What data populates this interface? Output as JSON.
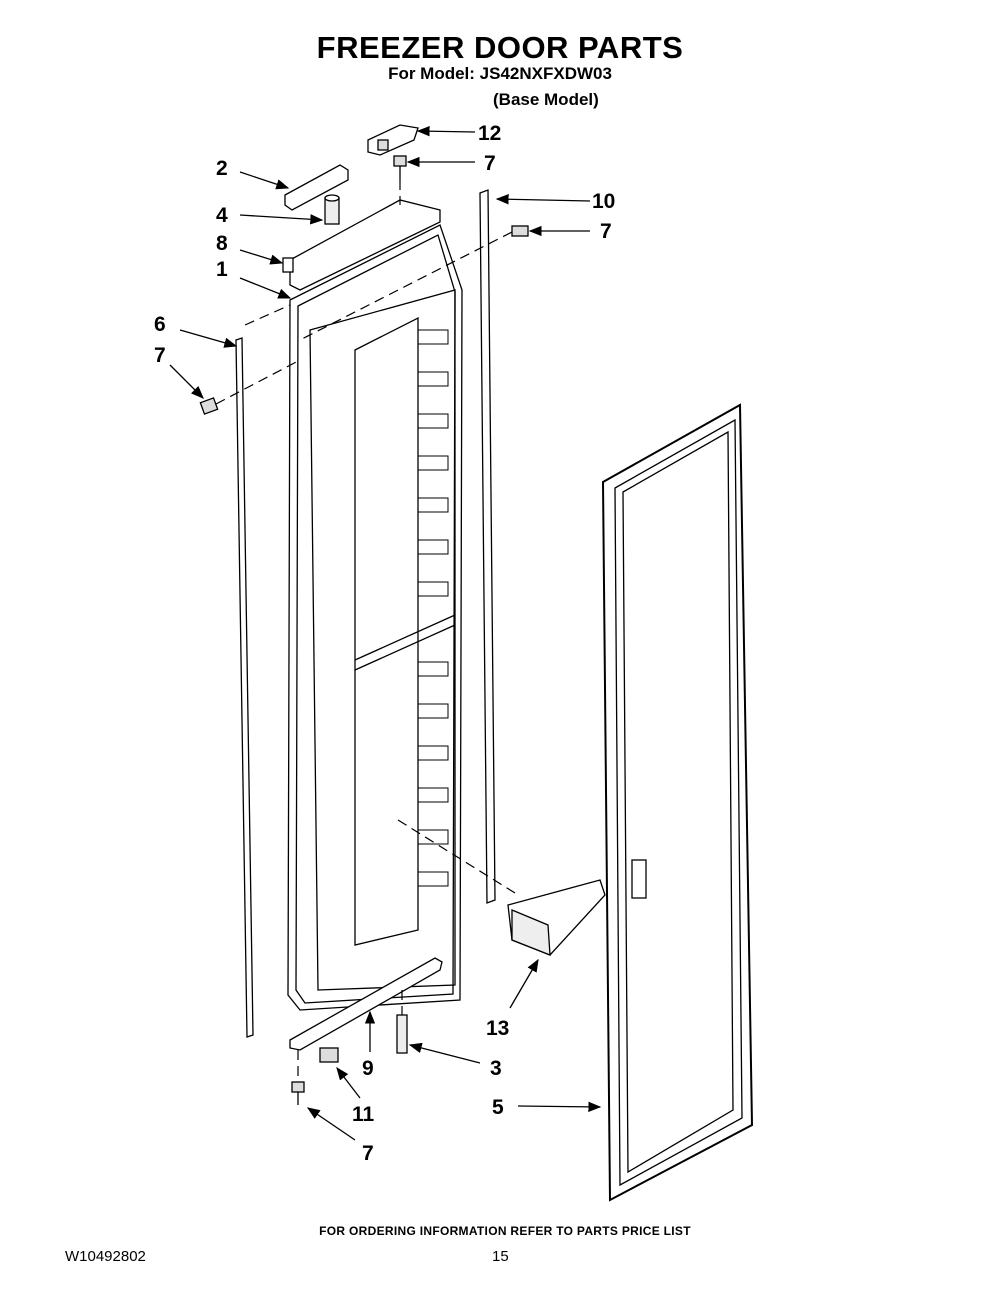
{
  "header": {
    "title": "FREEZER DOOR PARTS",
    "model_line": "For Model: JS42NXFXDW03",
    "base_model": "(Base Model)"
  },
  "callouts": [
    "12",
    "7",
    "2",
    "10",
    "4",
    "7",
    "8",
    "1",
    "6",
    "7",
    "13",
    "9",
    "3",
    "11",
    "5",
    "7"
  ],
  "footer": {
    "ordering_note": "FOR ORDERING INFORMATION REFER TO PARTS PRICE LIST",
    "document_number": "W10492802",
    "page_number": "15"
  }
}
